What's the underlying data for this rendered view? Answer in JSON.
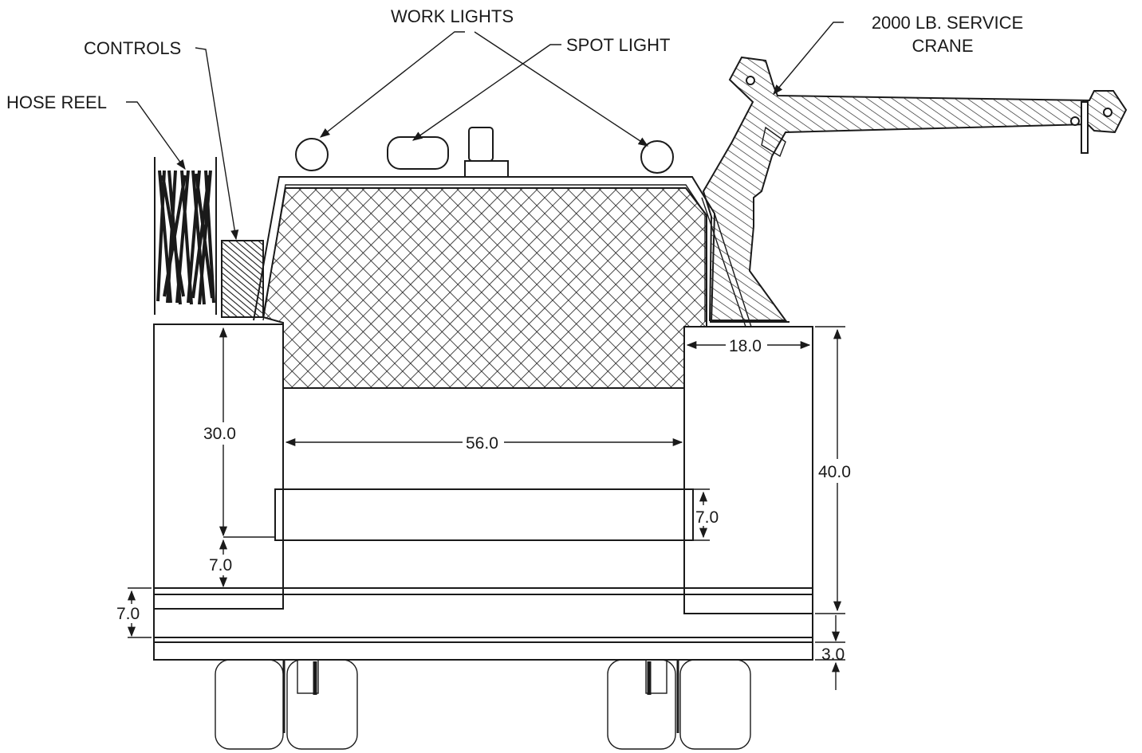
{
  "labels": {
    "work_lights": "WORK LIGHTS",
    "spot_light": "SPOT LIGHT",
    "controls": "CONTROLS",
    "hose_reel": "HOSE REEL",
    "crane_line1": "2000 LB. SERVICE",
    "crane_line2": "CRANE"
  },
  "dimensions": {
    "compartment_width": "18.0",
    "left_height": "30.0",
    "opening_width": "56.0",
    "right_height": "40.0",
    "bar_height": "7.0",
    "left_step": "7.0",
    "left_bottom": "7.0",
    "right_bottom": "3.0"
  },
  "colors": {
    "line": "#1a1a1a",
    "paper": "#ffffff"
  }
}
